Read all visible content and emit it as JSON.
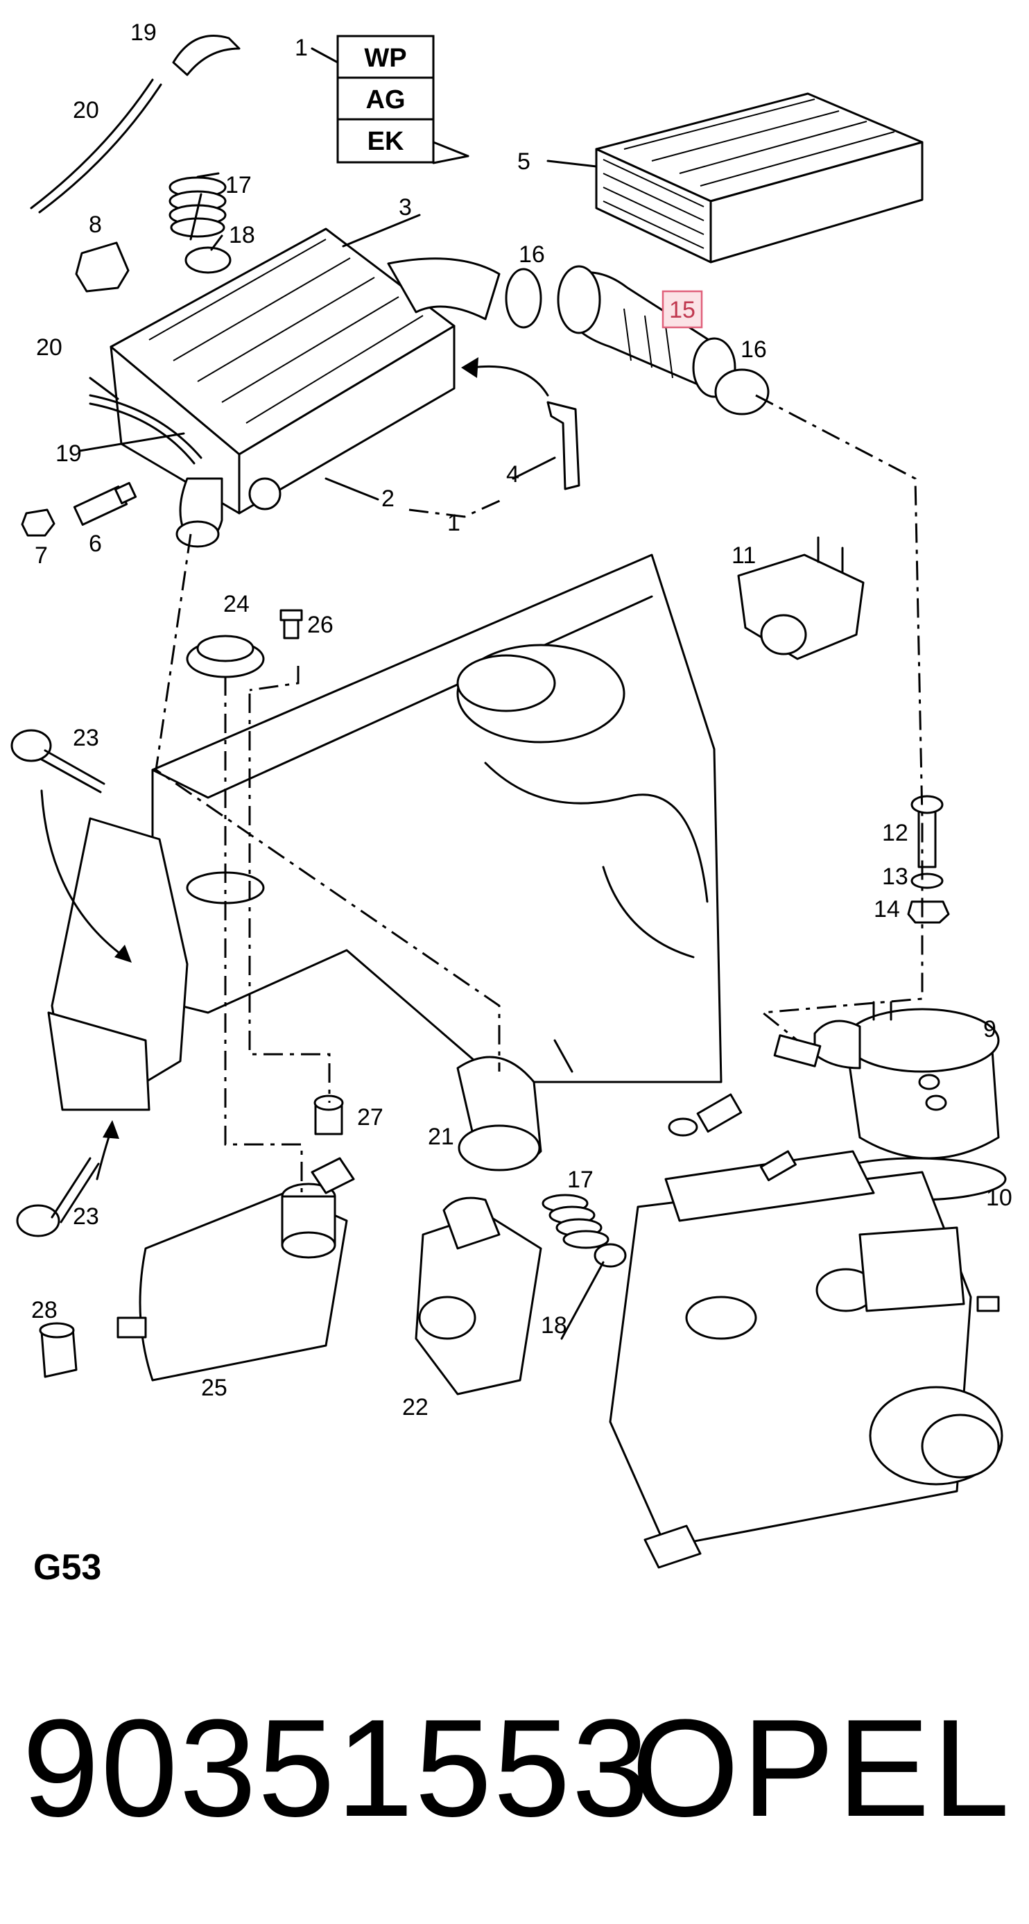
{
  "diagram": {
    "code": "G53",
    "legend": [
      "WP",
      "AG",
      "EK"
    ],
    "highlighted_callout": "15",
    "callouts": {
      "c1a": "1",
      "c1b": "1",
      "c2": "2",
      "c3": "3",
      "c4": "4",
      "c5": "5",
      "c6": "6",
      "c7": "7",
      "c8": "8",
      "c9": "9",
      "c10": "10",
      "c11": "11",
      "c12": "12",
      "c13": "13",
      "c14": "14",
      "c16a": "16",
      "c16b": "16",
      "c17a": "17",
      "c17b": "17",
      "c18a": "18",
      "c18b": "18",
      "c19": "19",
      "c19b": "19",
      "c20": "20",
      "c20b": "20",
      "c21": "21",
      "c22": "22",
      "c23a": "23",
      "c23b": "23",
      "c24": "24",
      "c25": "25",
      "c26": "26",
      "c27": "27",
      "c28": "28"
    }
  },
  "part_number": "90351553",
  "brand": "OPEL"
}
